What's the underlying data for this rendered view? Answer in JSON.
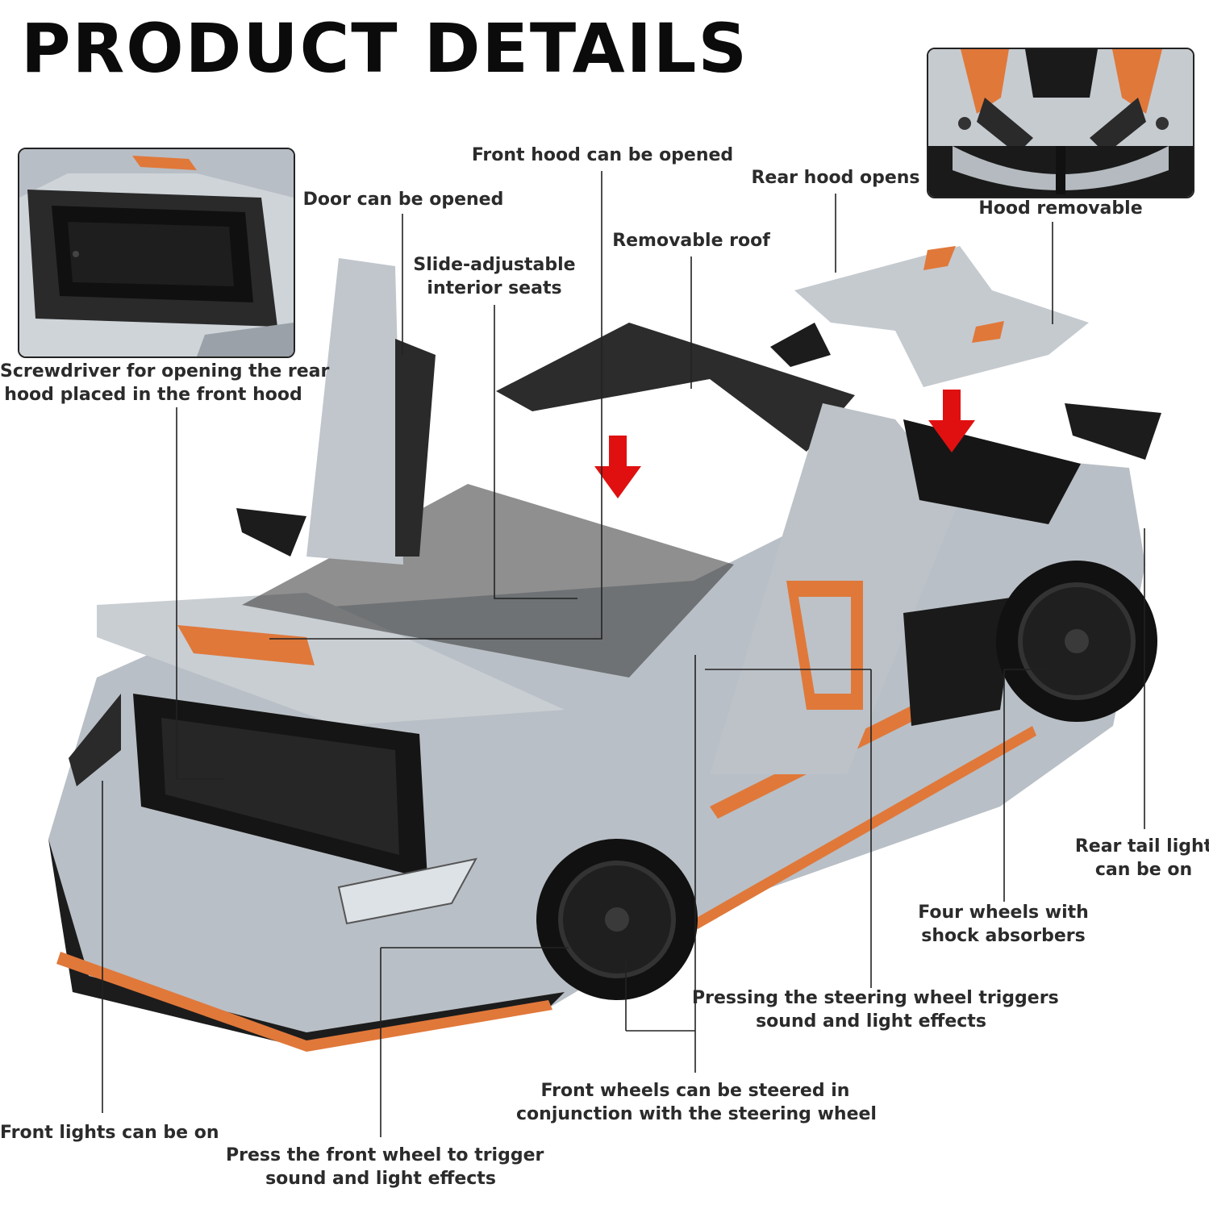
{
  "header": {
    "title": "PRODUCT DETAILS"
  },
  "features": {
    "front_hood": "Front hood can be opened",
    "door": "Door can be opened",
    "seats": [
      "Slide-adjustable",
      "interior seats"
    ],
    "roof": "Removable roof",
    "rear_hood": "Rear hood opens",
    "hood_removable": "Hood removable",
    "screwdriver": [
      "Screwdriver for opening the rear",
      "hood placed in the front hood"
    ],
    "rear_tail_light": [
      "Rear tail light",
      "can be on"
    ],
    "four_wheels": [
      "Four wheels with",
      "shock absorbers"
    ],
    "steering_wheel": [
      "Pressing the steering wheel triggers",
      "sound and light effects"
    ],
    "front_wheels_steer": [
      "Front wheels can be steered in",
      "conjunction with the steering wheel"
    ],
    "front_lights": "Front lights can be on",
    "front_wheel_press": [
      "Press the front wheel to trigger",
      "sound and light effects"
    ]
  },
  "colors": {
    "body": "#b9bfc6",
    "accent": "#e0783a",
    "dark": "#1c1c1c",
    "arrow": "#e01010"
  }
}
